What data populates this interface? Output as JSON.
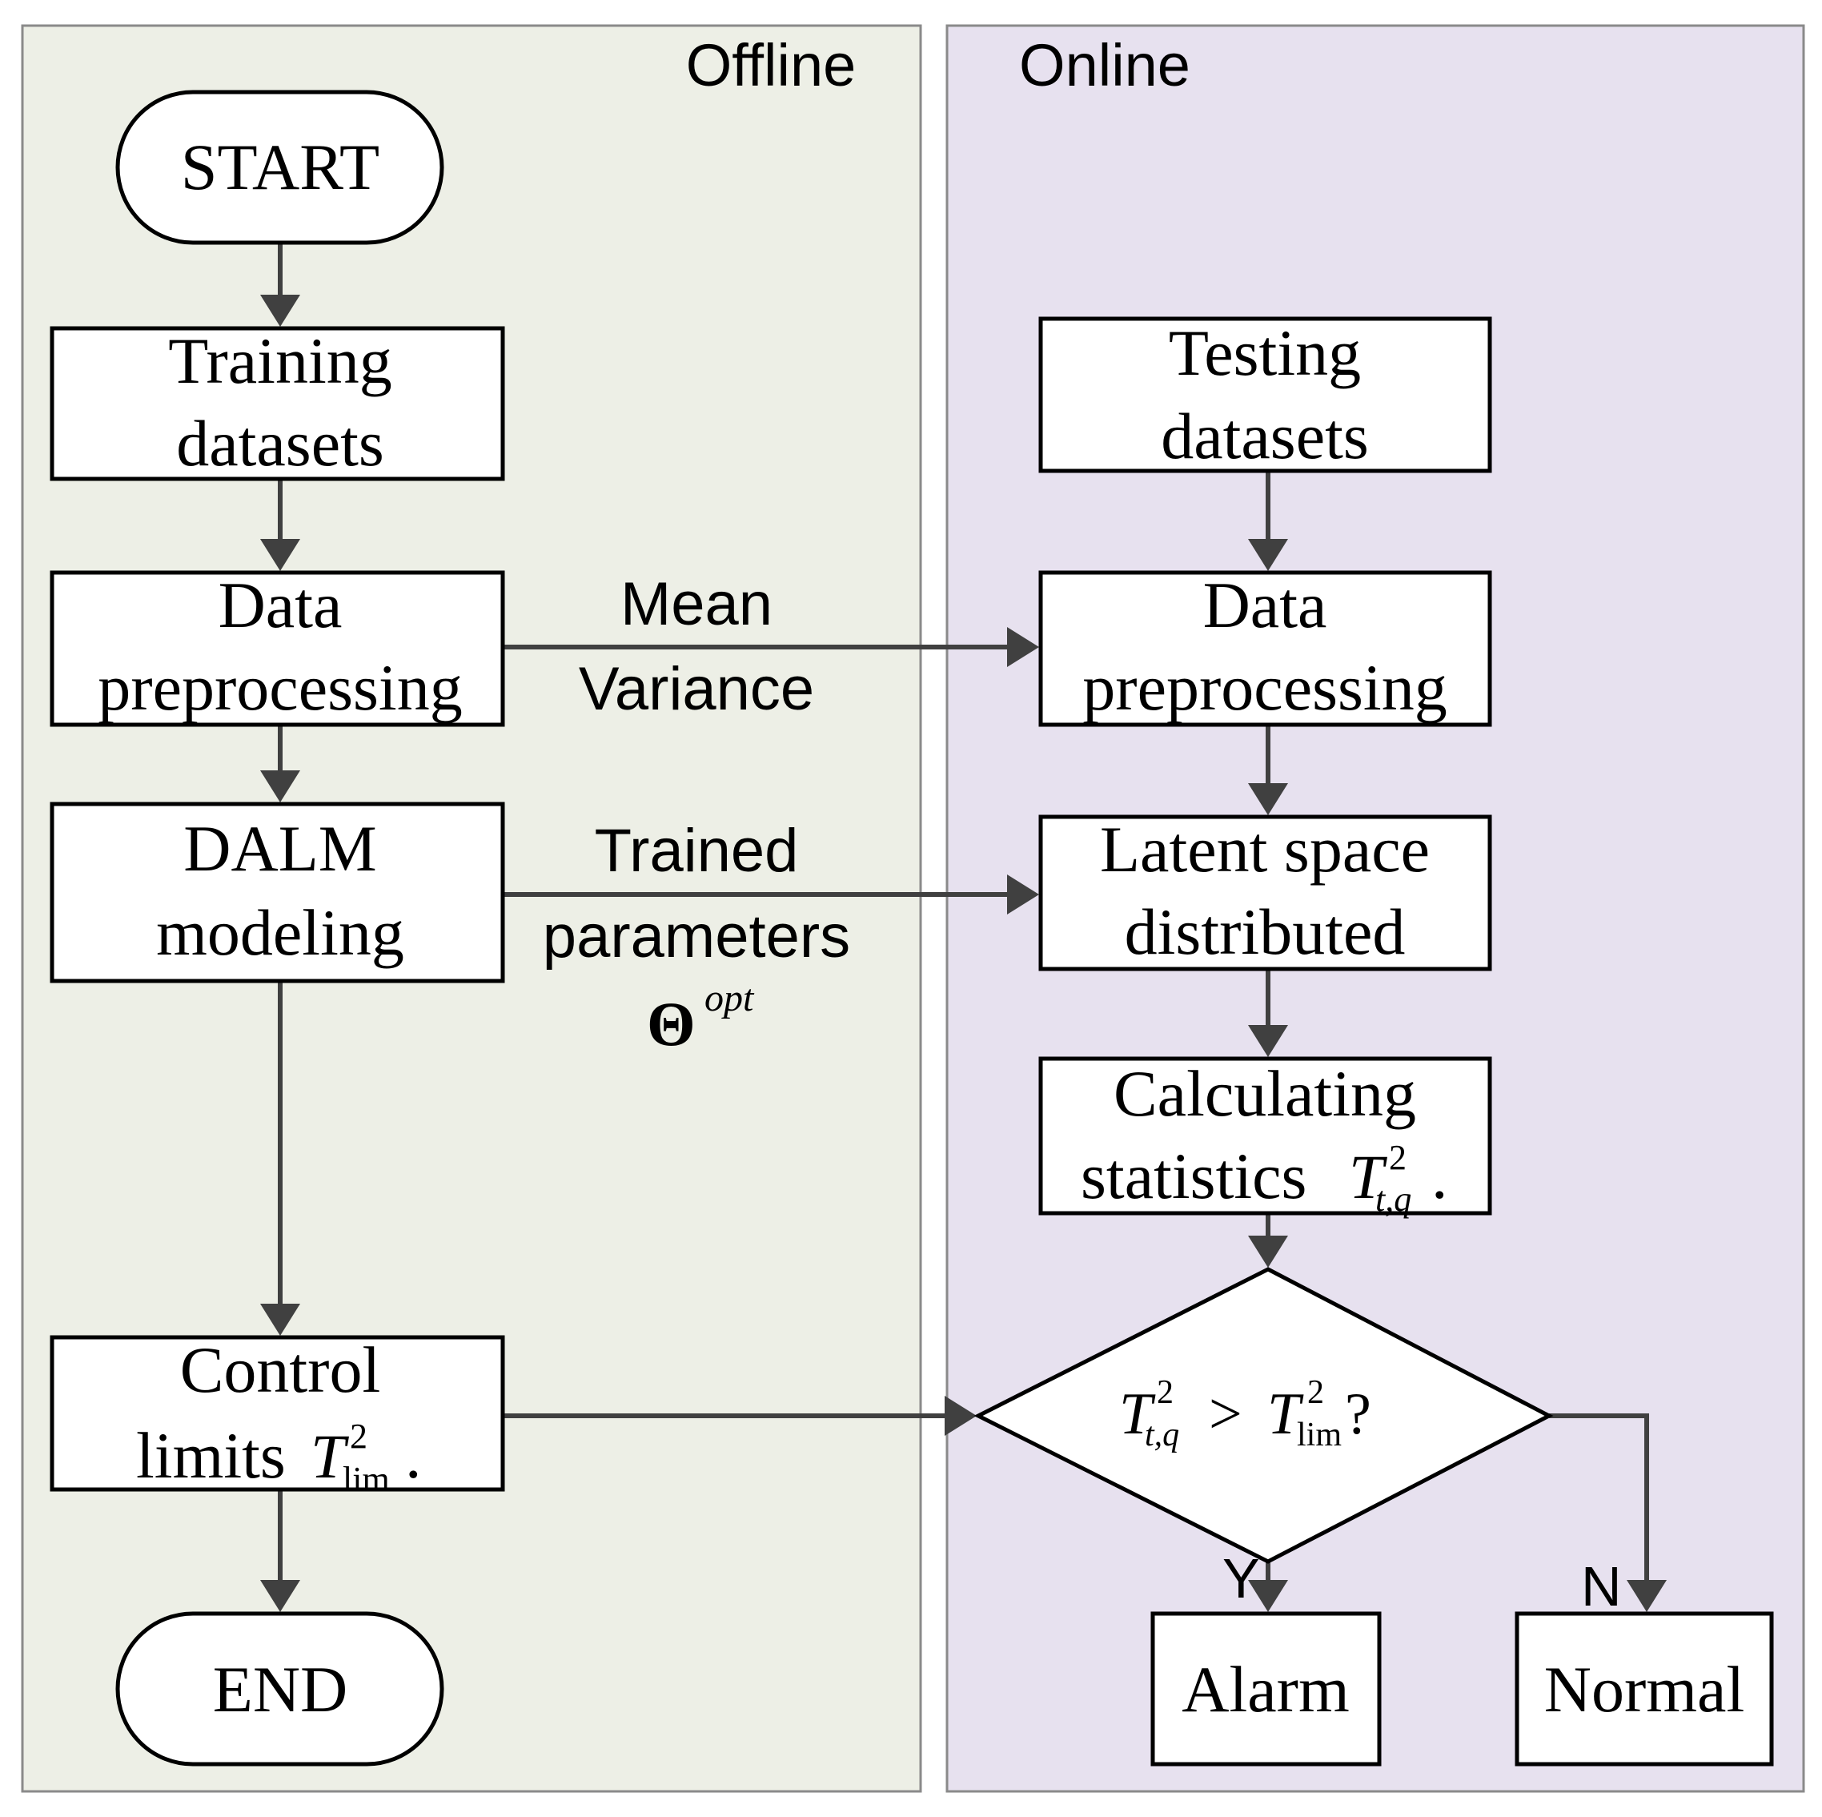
{
  "panels": {
    "offline_label": "Offline",
    "online_label": "Online",
    "offline_color": "#edefe6",
    "online_color": "#e7e1ef"
  },
  "offline": {
    "start": "START",
    "training_1": "Training",
    "training_2": "datasets",
    "prep_1": "Data",
    "prep_2": "preprocessing",
    "dalm_1": "DALM",
    "dalm_2": "modeling",
    "control_1": "Control",
    "control_2": "limits",
    "control_sym": "T",
    "control_sup": "2",
    "control_sub": "lim",
    "control_dot": ".",
    "end": "END"
  },
  "transfer": {
    "mean": "Mean",
    "variance": "Variance",
    "trained": "Trained",
    "parameters": "parameters",
    "theta": "Θ",
    "theta_sup": "opt"
  },
  "online": {
    "testing_1": "Testing",
    "testing_2": "datasets",
    "prep_1": "Data",
    "prep_2": "preprocessing",
    "latent_1": "Latent space",
    "latent_2": "distributed",
    "calc_1": "Calculating",
    "calc_2": "statistics",
    "calc_sym": "T",
    "calc_sup": "2",
    "calc_sub": "t,q",
    "calc_dot": ".",
    "decision_sym1": "T",
    "decision_sup1": "2",
    "decision_sub1": "t,q",
    "decision_op": ">",
    "decision_sym2": "T",
    "decision_sup2": "2",
    "decision_sub2": "lim",
    "decision_q": "?",
    "yes": "Y",
    "no": "N",
    "alarm": "Alarm",
    "normal": "Normal"
  }
}
